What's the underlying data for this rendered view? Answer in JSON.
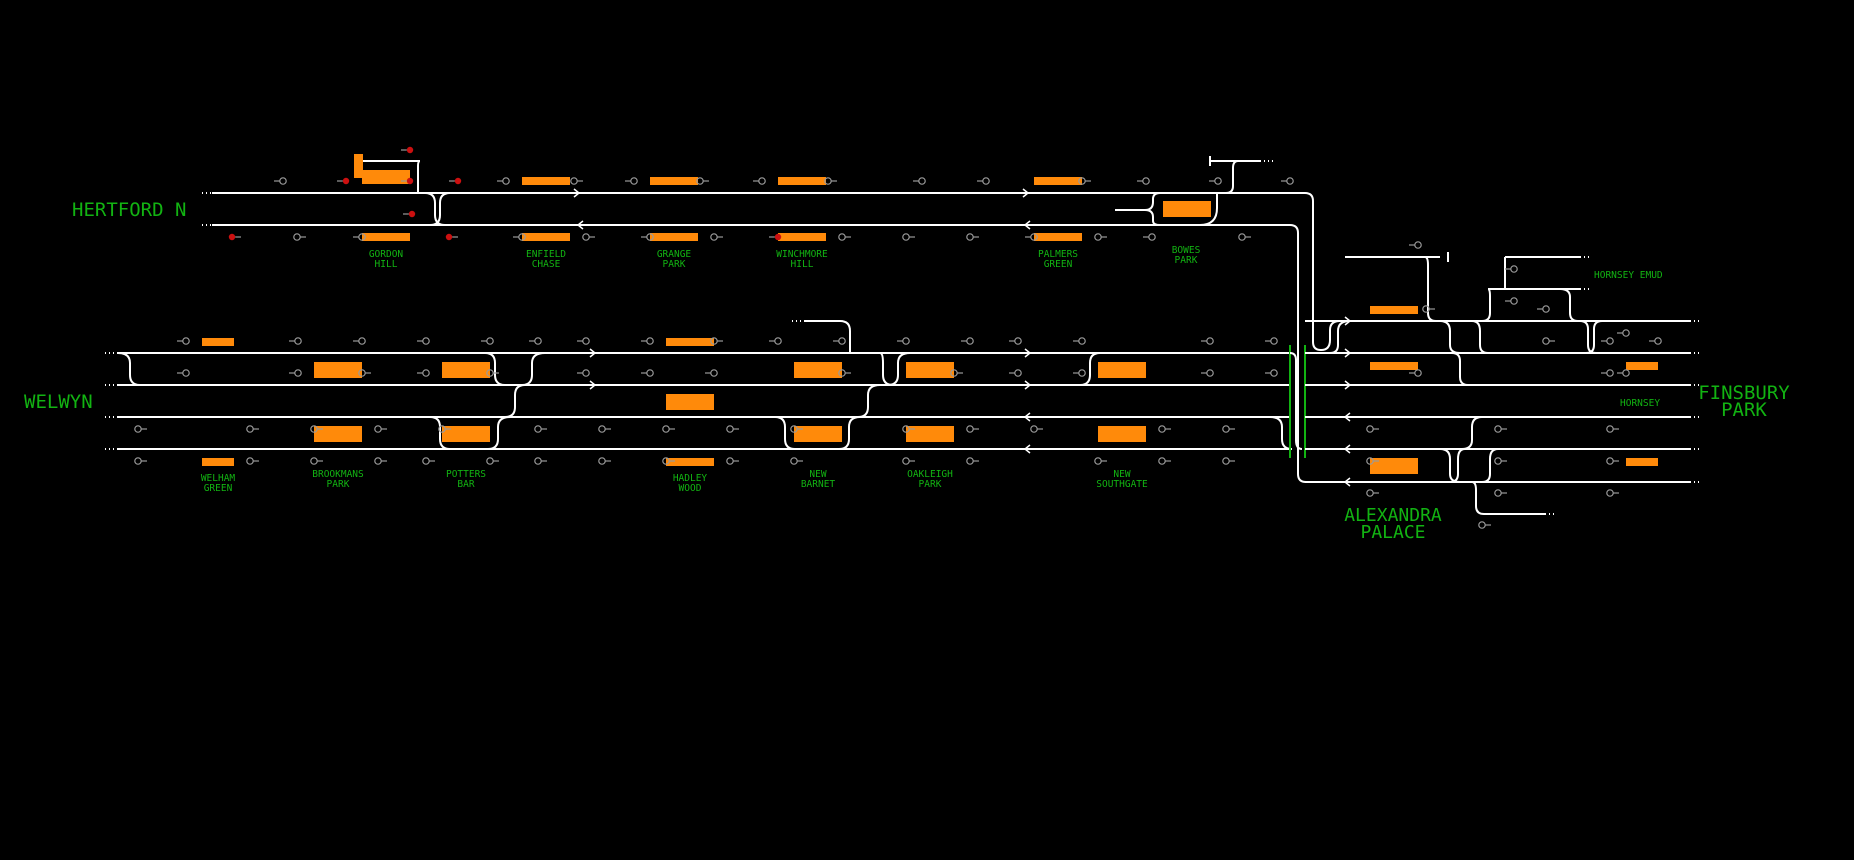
{
  "areas": {
    "hertford_n": "HERTFORD N",
    "welwyn": "WELWYN",
    "finsbury_park": [
      "FINSBURY",
      "PARK"
    ],
    "alexandra_palace": [
      "ALEXANDRA",
      "PALACE"
    ],
    "hornsey_emud": "HORNSEY EMUD",
    "hornsey": "HORNSEY"
  },
  "stations": {
    "gordon_hill": [
      "GORDON",
      "HILL"
    ],
    "enfield_chase": [
      "ENFIELD",
      "CHASE"
    ],
    "grange_park": [
      "GRANGE",
      "PARK"
    ],
    "winchmore_hill": [
      "WINCHMORE",
      "HILL"
    ],
    "palmers_green": [
      "PALMERS",
      "GREEN"
    ],
    "bowes_park": [
      "BOWES",
      "PARK"
    ],
    "welham_green": [
      "WELHAM",
      "GREEN"
    ],
    "brookmans_park": [
      "BROOKMANS",
      "PARK"
    ],
    "potters_bar": [
      "POTTERS",
      "BAR"
    ],
    "hadley_wood": [
      "HADLEY",
      "WOOD"
    ],
    "new_barnet": [
      "NEW",
      "BARNET"
    ],
    "oakleigh_park": [
      "OAKLEIGH",
      "PARK"
    ],
    "new_southgate": [
      "NEW",
      "SOUTHGATE"
    ]
  },
  "colors": {
    "background": "#000000",
    "track": "#ffffff",
    "platform": "#ff8a0a",
    "label": "#12b312",
    "signal_danger": "#cc1010"
  }
}
